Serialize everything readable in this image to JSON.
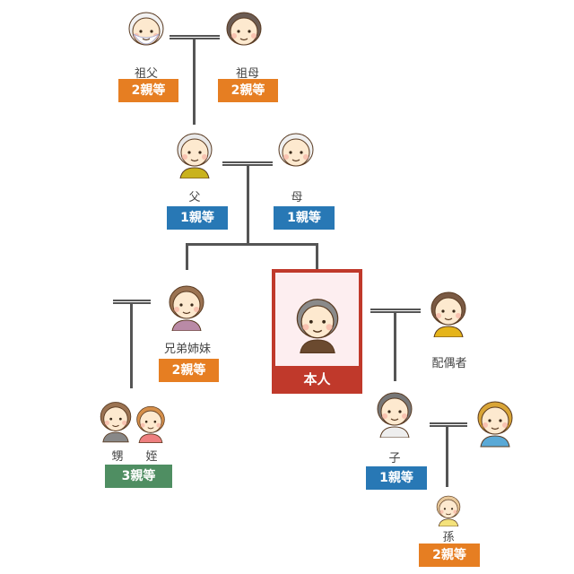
{
  "colors": {
    "second_degree": "#e67e22",
    "first_degree": "#2878b5",
    "third_degree": "#4f8e62",
    "self": "#c0392b"
  },
  "people": {
    "grandfather": {
      "label": "祖父",
      "degree": "2親等"
    },
    "grandmother": {
      "label": "祖母",
      "degree": "2親等"
    },
    "father": {
      "label": "父",
      "degree": "1親等"
    },
    "mother": {
      "label": "母",
      "degree": "1親等"
    },
    "siblings": {
      "label": "兄弟姉妹",
      "degree": "2親等"
    },
    "self": {
      "label": "本人"
    },
    "spouse": {
      "label": "配偶者"
    },
    "nephew": {
      "label": "甥"
    },
    "niece": {
      "label": "姪"
    },
    "nephew_niece": {
      "degree": "3親等"
    },
    "child": {
      "label": "子",
      "degree": "1親等"
    },
    "grandchild": {
      "label": "孫",
      "degree": "2親等"
    }
  }
}
